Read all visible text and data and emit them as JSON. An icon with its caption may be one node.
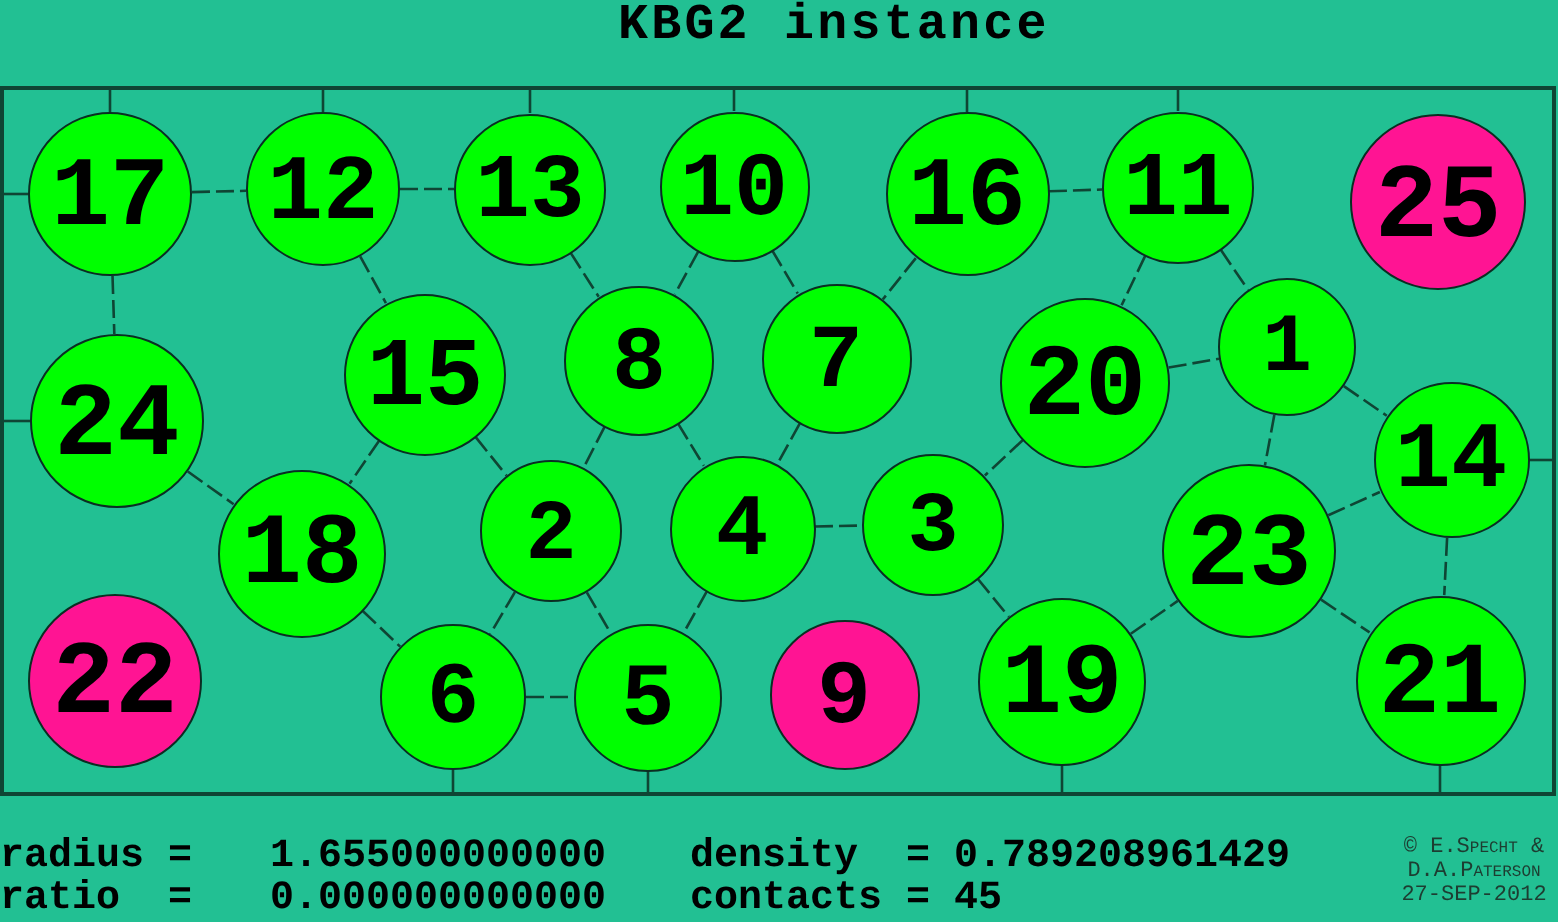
{
  "diagram": {
    "title": "KBG2 instance",
    "nodes": [
      {
        "text": [],
        "shape": "box"
      },
      {
        "text": [
          "17"
        ],
        "in": 0
      },
      {
        "text": [
          "12"
        ],
        "in": 0
      },
      {
        "text": [
          "13"
        ],
        "in": 0
      },
      {
        "text": [
          "10"
        ],
        "in": 0
      },
      {
        "text": [
          "16"
        ],
        "in": 0
      },
      {
        "text": [
          "11"
        ],
        "in": 0
      },
      {
        "text": [
          "25"
        ],
        "in": 0
      },
      {
        "text": [
          "15"
        ],
        "in": 0
      },
      {
        "text": [
          "8"
        ],
        "in": 0
      },
      {
        "text": [
          "7"
        ],
        "in": 0
      },
      {
        "text": [
          "1"
        ],
        "in": 0
      },
      {
        "text": [
          "20"
        ],
        "in": 0
      },
      {
        "text": [
          "24"
        ],
        "in": 0
      },
      {
        "text": [
          "14"
        ],
        "in": 0
      },
      {
        "text": [
          "2"
        ],
        "in": 0
      },
      {
        "text": [
          "4"
        ],
        "in": 0
      },
      {
        "text": [
          "3"
        ],
        "in": 0
      },
      {
        "text": [
          "18"
        ],
        "in": 0
      },
      {
        "text": [
          "23"
        ],
        "in": 0
      },
      {
        "text": [
          "22"
        ],
        "in": 0
      },
      {
        "text": [
          "6"
        ],
        "in": 0
      },
      {
        "text": [
          "5"
        ],
        "in": 0
      },
      {
        "text": [
          "9"
        ],
        "in": 0
      },
      {
        "text": [
          "19"
        ],
        "in": 0
      },
      {
        "text": [
          "21"
        ],
        "in": 0
      }
    ],
    "edges": [
      {
        "from": 1,
        "to": 2,
        "arrow": "none",
        "style": "dashed"
      },
      {
        "from": 2,
        "to": 3,
        "arrow": "none",
        "style": "dashed"
      },
      {
        "from": 5,
        "to": 6,
        "arrow": "none",
        "style": "dashed"
      },
      {
        "from": 1,
        "to": 13,
        "arrow": "none",
        "style": "dashed"
      },
      {
        "from": 2,
        "to": 8,
        "arrow": "none",
        "style": "dashed"
      },
      {
        "from": 3,
        "to": 9,
        "arrow": "none",
        "style": "dashed"
      },
      {
        "from": 4,
        "to": 9,
        "arrow": "none",
        "style": "dashed"
      },
      {
        "from": 4,
        "to": 10,
        "arrow": "none",
        "style": "dashed"
      },
      {
        "from": 5,
        "to": 10,
        "arrow": "none",
        "style": "dashed"
      },
      {
        "from": 6,
        "to": 12,
        "arrow": "none",
        "style": "dashed"
      },
      {
        "from": 6,
        "to": 11,
        "arrow": "none",
        "style": "dashed"
      },
      {
        "from": 12,
        "to": 11,
        "arrow": "none",
        "style": "dashed"
      },
      {
        "from": 11,
        "to": 14,
        "arrow": "none",
        "style": "dashed"
      },
      {
        "from": 11,
        "to": 19,
        "arrow": "none",
        "style": "dashed"
      },
      {
        "from": 12,
        "to": 17,
        "arrow": "none",
        "style": "dashed"
      },
      {
        "from": 13,
        "to": 18,
        "arrow": "none",
        "style": "dashed"
      },
      {
        "from": 8,
        "to": 18,
        "arrow": "none",
        "style": "dashed"
      },
      {
        "from": 8,
        "to": 15,
        "arrow": "none",
        "style": "dashed"
      },
      {
        "from": 9,
        "to": 15,
        "arrow": "none",
        "style": "dashed"
      },
      {
        "from": 9,
        "to": 16,
        "arrow": "none",
        "style": "dashed"
      },
      {
        "from": 10,
        "to": 16,
        "arrow": "none",
        "style": "dashed"
      },
      {
        "from": 16,
        "to": 17,
        "arrow": "none",
        "style": "dashed"
      },
      {
        "from": 17,
        "to": 24,
        "arrow": "none",
        "style": "dashed"
      },
      {
        "from": 18,
        "to": 21,
        "arrow": "none",
        "style": "dashed"
      },
      {
        "from": 15,
        "to": 21,
        "arrow": "none",
        "style": "dashed"
      },
      {
        "from": 15,
        "to": 22,
        "arrow": "none",
        "style": "dashed"
      },
      {
        "from": 21,
        "to": 22,
        "arrow": "none",
        "style": "dashed"
      },
      {
        "from": 16,
        "to": 22,
        "arrow": "none",
        "style": "dashed"
      },
      {
        "from": 24,
        "to": 19,
        "arrow": "none",
        "style": "dashed"
      },
      {
        "from": 19,
        "to": 14,
        "arrow": "none",
        "style": "dashed"
      },
      {
        "from": 19,
        "to": 25,
        "arrow": "none",
        "style": "dashed"
      },
      {
        "from": 14,
        "to": 25,
        "arrow": "none",
        "style": "dashed"
      },
      {
        "from": 1,
        "to": 0,
        "arrow": "none"
      },
      {
        "from": 1,
        "to": 0,
        "arrow": "none"
      },
      {
        "from": 2,
        "to": 0,
        "arrow": "none"
      },
      {
        "from": 3,
        "to": 0,
        "arrow": "none"
      },
      {
        "from": 4,
        "to": 0,
        "arrow": "none"
      },
      {
        "from": 5,
        "to": 0,
        "arrow": "none"
      },
      {
        "from": 6,
        "to": 0,
        "arrow": "none"
      },
      {
        "from": 13,
        "to": 0,
        "arrow": "none"
      },
      {
        "from": 14,
        "to": 0,
        "arrow": "none"
      },
      {
        "from": 21,
        "to": 0,
        "arrow": "none"
      },
      {
        "from": 22,
        "to": 0,
        "arrow": "none"
      },
      {
        "from": 24,
        "to": 0,
        "arrow": "none"
      },
      {
        "from": 25,
        "to": 0,
        "arrow": "none"
      }
    ],
    "labels": [
      "radius =",
      "1.655000000000",
      "density",
      "= 0.789208961429",
      "© E.Specht &",
      "D.A.Paterson",
      "ratio",
      "=",
      "0.000000000000",
      "contacts = 45",
      "27-SEP-2012"
    ]
  }
}
